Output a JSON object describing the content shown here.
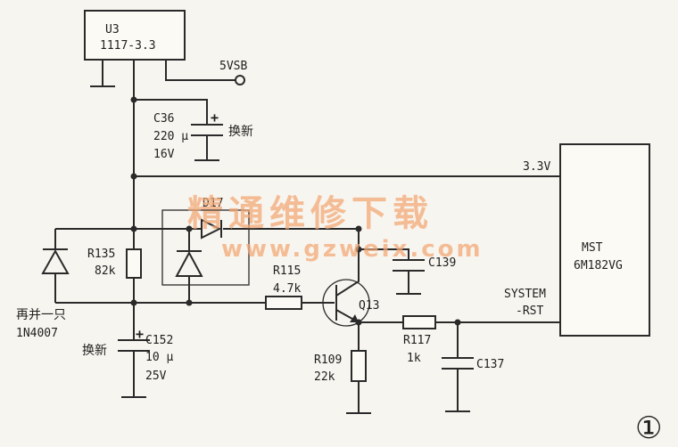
{
  "u3": {
    "ref": "U3",
    "part": "1117-3.3"
  },
  "vsb": "5VSB",
  "c36": {
    "ref": "C36",
    "value": "220 μ",
    "voltage": "16V",
    "note": "换新"
  },
  "rail": "3.3V",
  "d17": "D17",
  "r135": {
    "ref": "R135",
    "value": "82k"
  },
  "r115": {
    "ref": "R115",
    "value": "4.7k"
  },
  "c139": "C139",
  "q13": "Q13",
  "r117": {
    "ref": "R117",
    "value": "1k"
  },
  "c137": "C137",
  "r109": {
    "ref": "R109",
    "value": "22k"
  },
  "c152": {
    "ref": "C152",
    "value": "10 μ",
    "voltage": "25V",
    "note": "换新"
  },
  "diode_note": {
    "line1": "再并一只",
    "line2": "1N4007"
  },
  "mst": {
    "line1": "MST",
    "line2": "6M182VG"
  },
  "reset": {
    "line1": "SYSTEM",
    "line2": "-RST"
  },
  "watermark": {
    "line1": "精通维修下载",
    "line2": "www.gzweix.com"
  },
  "figure_no": "①"
}
